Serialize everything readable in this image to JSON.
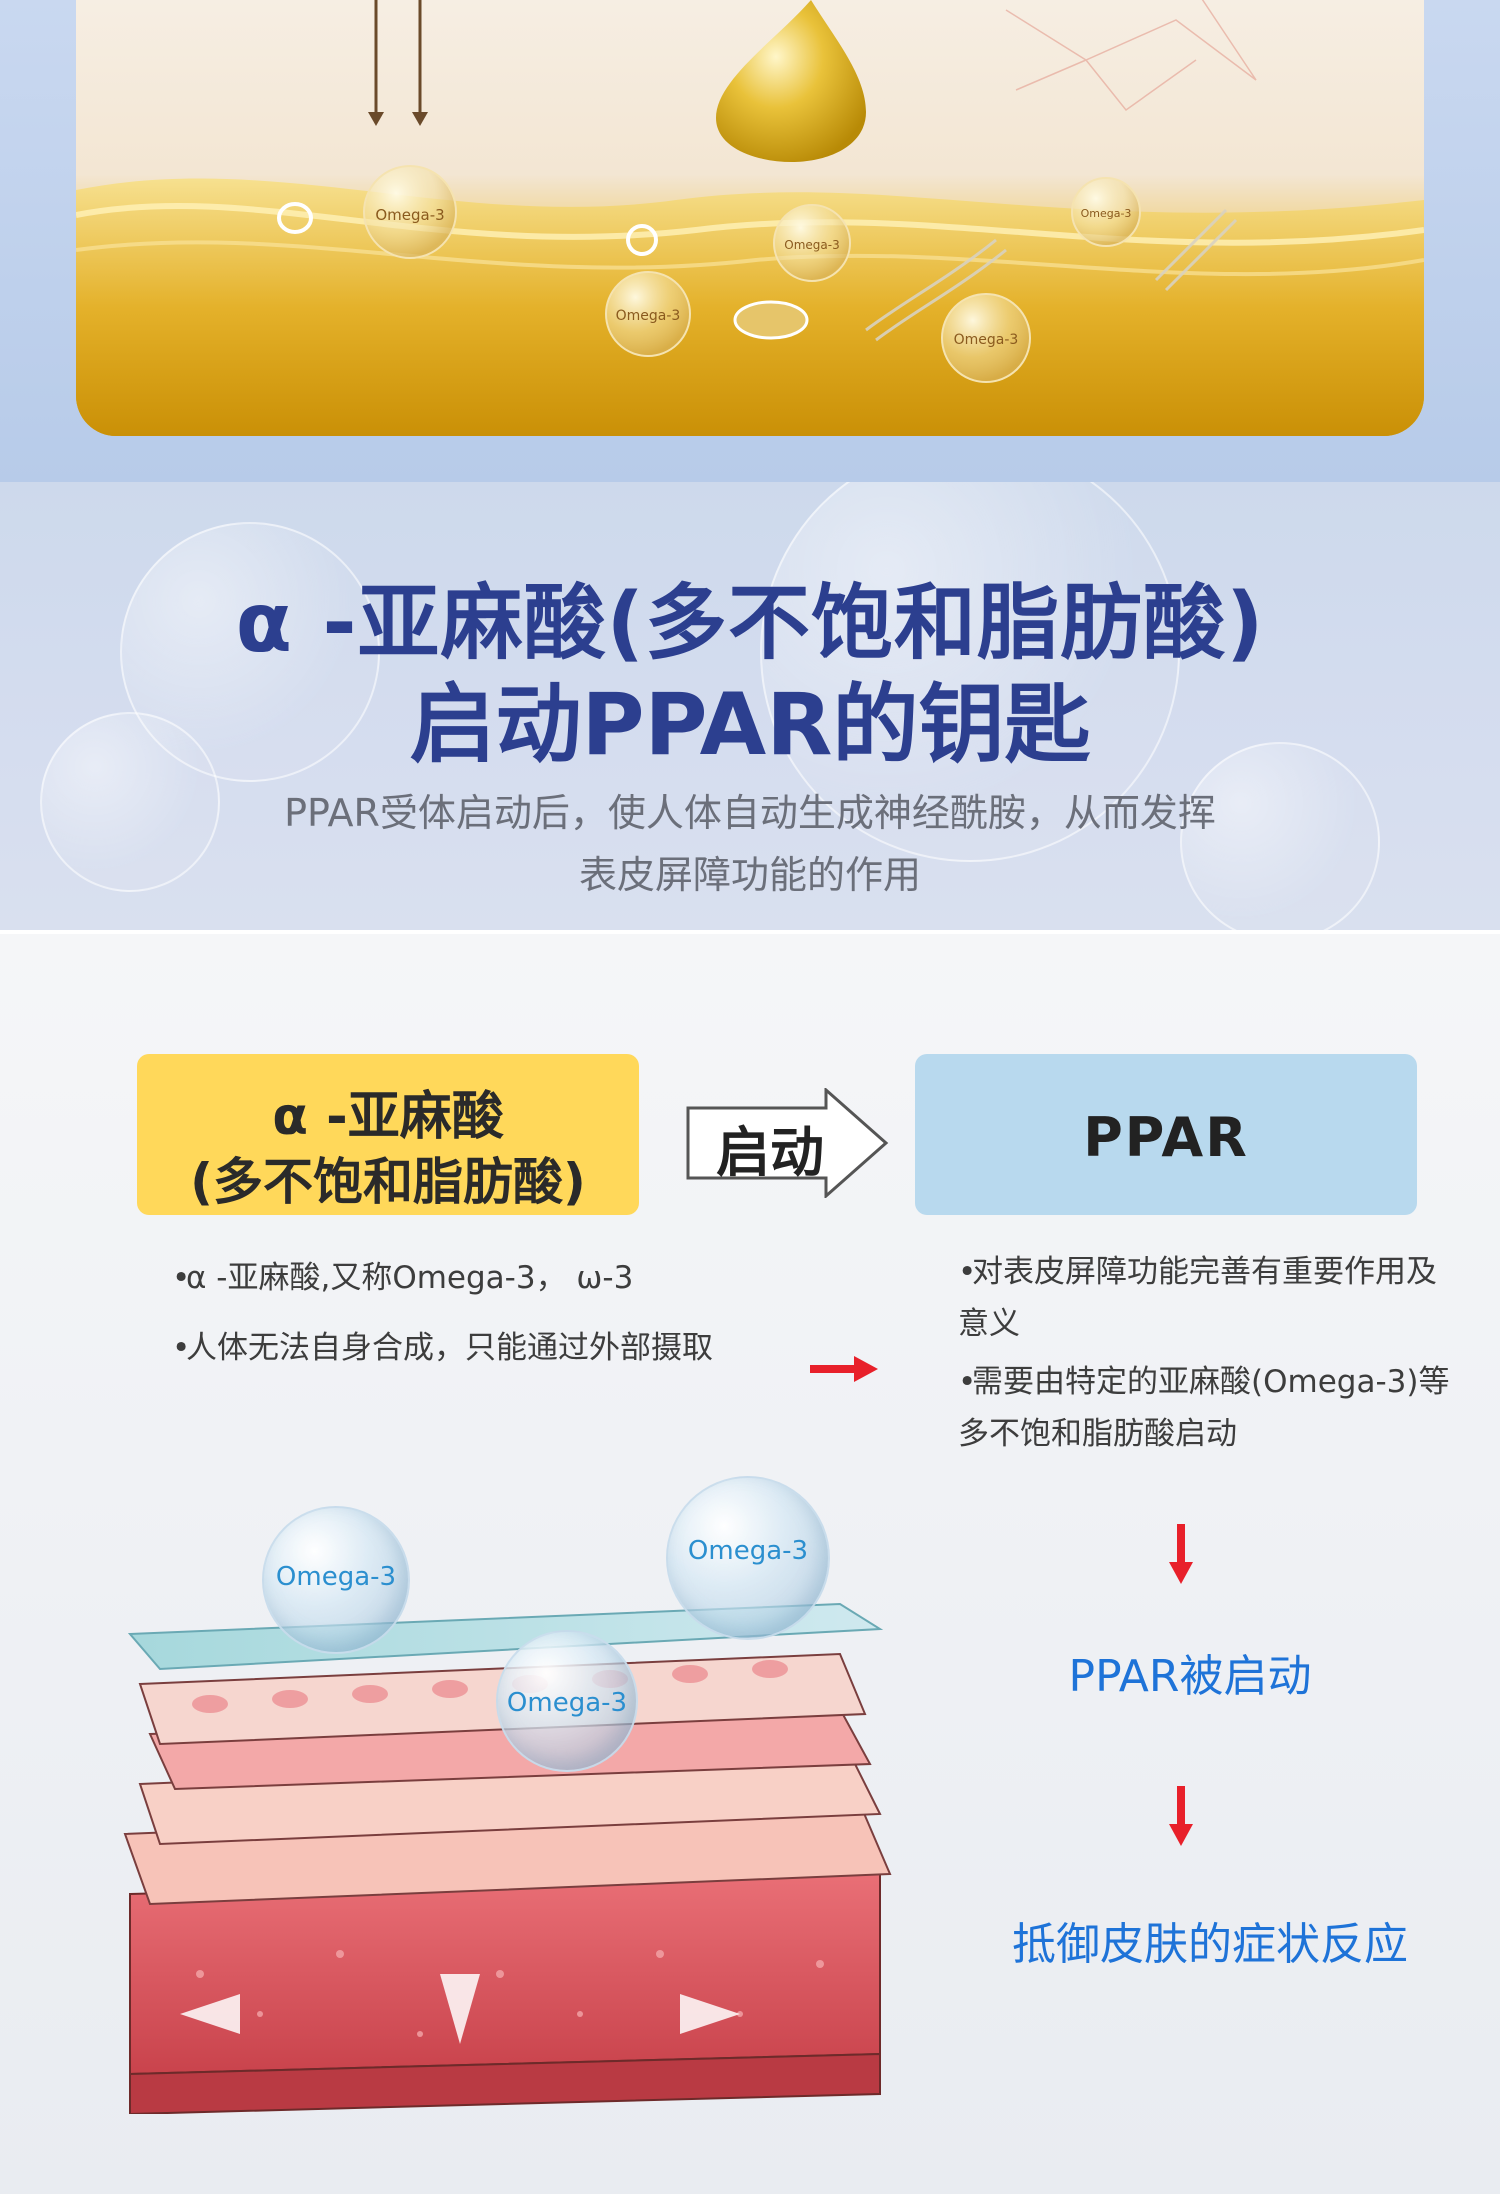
{
  "omega_label": "Omega-3",
  "headline": {
    "line1": "α -亚麻酸(多不饱和脂肪酸)",
    "line2": "启动PPAR的钥匙"
  },
  "subtext": {
    "line1": "PPAR受体启动后，使人体自动生成神经酰胺，从而发挥",
    "line2": "表皮屏障功能的作用"
  },
  "diagram": {
    "alpha_box": {
      "line1": "α -亚麻酸",
      "line2": "(多不饱和脂肪酸)"
    },
    "start_arrow_label": "启动",
    "ppar_box": "PPAR",
    "left_bullets": [
      "α -亚麻酸,又称Omega-3， ω-3",
      "人体无法自身合成，只能通过外部摄取"
    ],
    "right_bullets": [
      "对表皮屏障功能完善有重要作用及意义",
      "需要由特定的亚麻酸(Omega-3)等多不饱和脂肪酸启动"
    ],
    "step1": "PPAR被启动",
    "step2": "抵御皮肤的症状反应"
  },
  "colors": {
    "headline": "#2c3f8f",
    "alpha_box": "#ffd85a",
    "ppar_box": "#b8d9ee",
    "steps": "#1e73d8",
    "red_arrow": "#e8202a"
  }
}
